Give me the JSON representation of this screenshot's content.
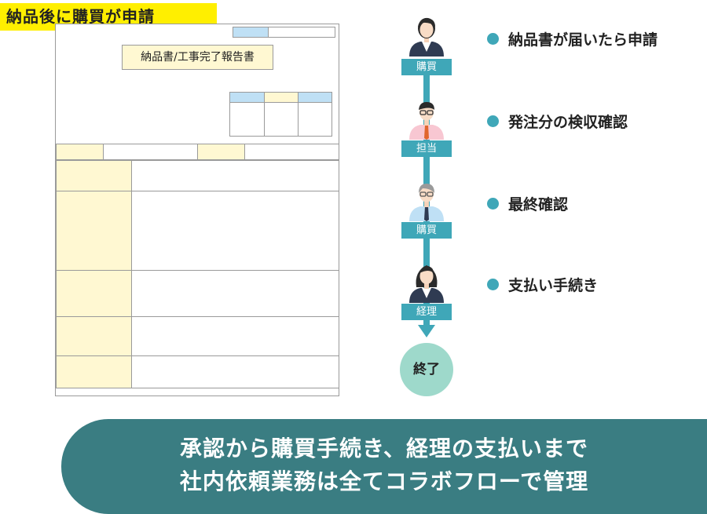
{
  "header": {
    "title": "納品後に購買が申請"
  },
  "form": {
    "doc_title": "納品書/工事完了報告書"
  },
  "flow": {
    "steps": [
      {
        "role": "購買",
        "action": "納品書が届いたら申請"
      },
      {
        "role": "担当",
        "action": "発注分の検収確認"
      },
      {
        "role": "購買",
        "action": "最終確認"
      },
      {
        "role": "経理",
        "action": "支払い手続き"
      }
    ],
    "end_label": "終了"
  },
  "banner": {
    "line1": "承認から購買手続き、経理の支払いまで",
    "line2": "社内依頼業務は全てコラボフローで管理"
  },
  "colors": {
    "accent": "#3fa7b8",
    "banner": "#3a7d82",
    "badge": "#ffef00",
    "end_circle": "#9ed9cb",
    "form_yellow": "#fff8d2",
    "form_blue": "#bfe0f5"
  }
}
